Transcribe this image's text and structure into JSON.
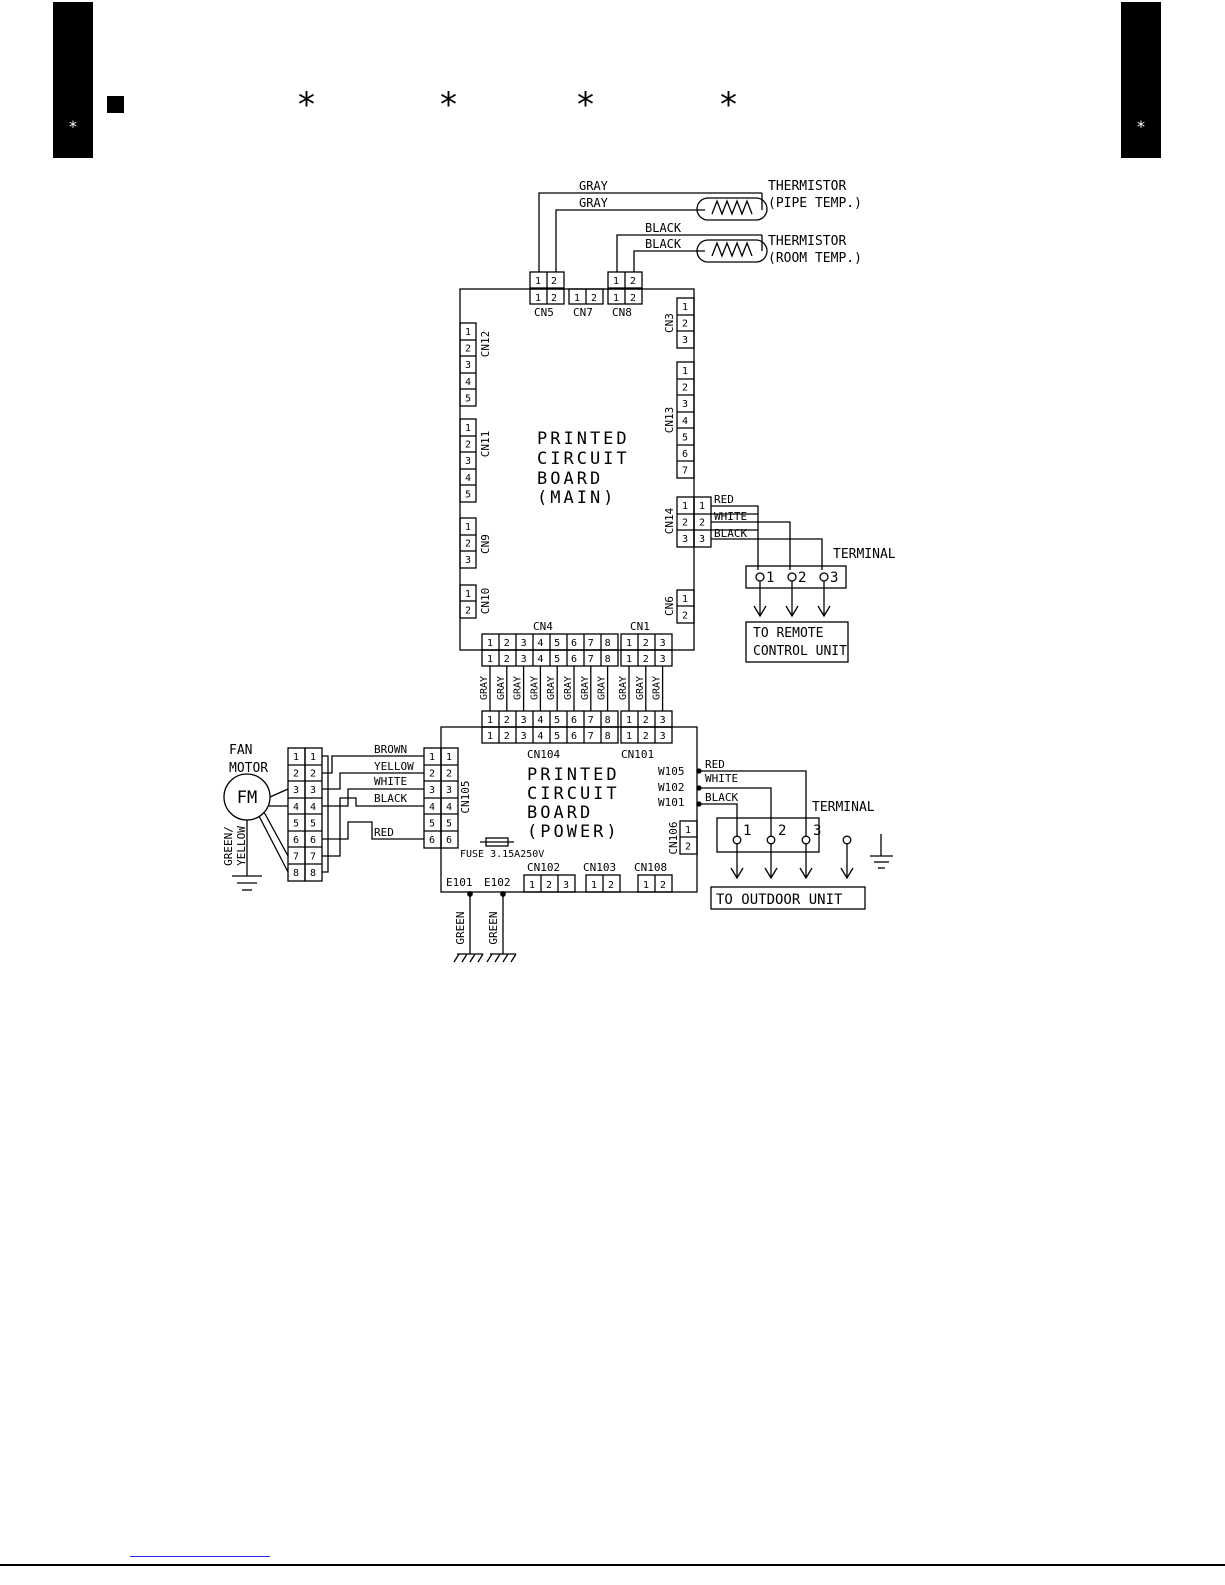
{
  "header": {
    "tab_marker": "*",
    "section_marker": "■",
    "asterisks": [
      "*",
      "*",
      "*",
      "*"
    ]
  },
  "thermistors": {
    "pipe": {
      "label": "THERMISTOR",
      "sub": "(PIPE TEMP.)",
      "wires": [
        "GRAY",
        "GRAY"
      ]
    },
    "room": {
      "label": "THERMISTOR",
      "sub": "(ROOM TEMP.)",
      "wires": [
        "BLACK",
        "BLACK"
      ]
    }
  },
  "main_board": {
    "title": [
      "PRINTED",
      "CIRCUIT",
      "BOARD",
      "(MAIN)"
    ],
    "connectors": {
      "cn5": "CN5",
      "cn7": "CN7",
      "cn8": "CN8",
      "cn3": "CN3",
      "cn13": "CN13",
      "cn14": "CN14",
      "cn6": "CN6",
      "cn12": "CN12",
      "cn11": "CN11",
      "cn9": "CN9",
      "cn10": "CN10",
      "cn4": "CN4",
      "cn1": "CN1"
    },
    "cn14_wires": [
      "RED",
      "WHITE",
      "BLACK"
    ],
    "terminal_label": "TERMINAL",
    "terminal_pins": [
      "1",
      "2",
      "3"
    ],
    "remote_box": [
      "TO REMOTE",
      "CONTROL UNIT"
    ]
  },
  "harness": {
    "wire_color": "GRAY",
    "count": 11
  },
  "power_board": {
    "title": [
      "PRINTED",
      "CIRCUIT",
      "BOARD",
      "(POWER)"
    ],
    "connectors": {
      "cn104": "CN104",
      "cn101": "CN101",
      "cn105": "CN105",
      "cn106": "CN106",
      "cn102": "CN102",
      "cn103": "CN103",
      "cn108": "CN108",
      "w105": "W105",
      "w102": "W102",
      "w101": "W101",
      "e101": "E101",
      "e102": "E102"
    },
    "fuse": "FUSE 3.15A250V",
    "w_wires": [
      "RED",
      "WHITE",
      "BLACK"
    ],
    "terminal_label": "TERMINAL",
    "terminal_pins": [
      "1",
      "2",
      "3"
    ],
    "outdoor_box": "TO OUTDOOR UNIT",
    "ground_wires": [
      "GREEN",
      "GREEN"
    ]
  },
  "fan_motor": {
    "label": [
      "FAN",
      "MOTOR"
    ],
    "symbol": "FM",
    "ground_wire": [
      "GREEN/",
      "YELLOW"
    ],
    "wires": [
      "BROWN",
      "YELLOW",
      "WHITE",
      "BLACK",
      "RED"
    ]
  }
}
